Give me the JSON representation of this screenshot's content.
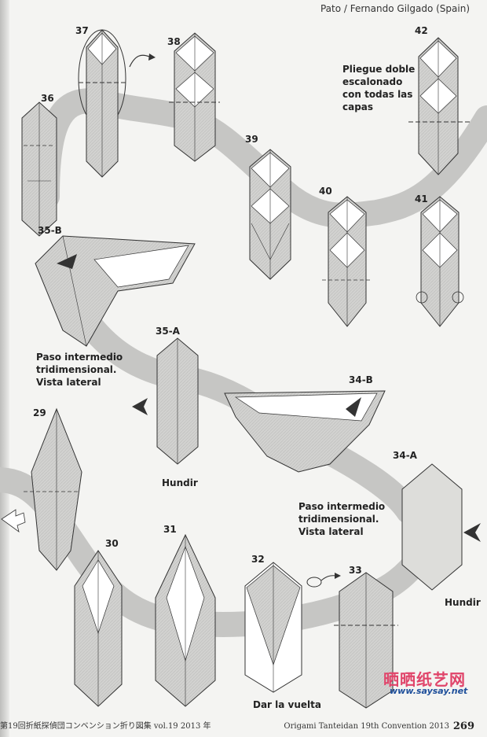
{
  "header": {
    "title": "Pato / Fernando Gilgado (Spain)"
  },
  "steps": {
    "s36": "36",
    "s37": "37",
    "s38": "38",
    "s39": "39",
    "s40": "40",
    "s41": "41",
    "s42": "42",
    "s35b": "35-B",
    "s35a": "35-A",
    "s34b": "34-B",
    "s34a": "34-A",
    "s29": "29",
    "s30": "30",
    "s31": "31",
    "s32": "32",
    "s33": "33"
  },
  "labels": {
    "pliegue": [
      "Pliegue doble",
      "escalonado",
      "con todas las",
      "capas"
    ],
    "paso_35b": [
      "Paso intermedio",
      "tridimensional.",
      "Vista lateral"
    ],
    "paso_34b": [
      "Paso intermedio",
      "tridimensional.",
      "Vista lateral"
    ],
    "hundir_35a": "Hundir",
    "hundir_34a": "Hundir",
    "dar_vuelta": "Dar la vuelta"
  },
  "footer": {
    "left": "第19回折紙探偵団コンベンション折り図集 vol.19 2013 年",
    "right": "Origami Tanteidan 19th Convention 2013",
    "page": "269"
  },
  "watermark": {
    "cn": "晒晒纸艺网",
    "url": "www.saysay.net"
  },
  "colors": {
    "paper_light": "#ffffff",
    "paper_shade": "#cfcfcd",
    "path": "#c4c4c2",
    "line": "#333333"
  }
}
